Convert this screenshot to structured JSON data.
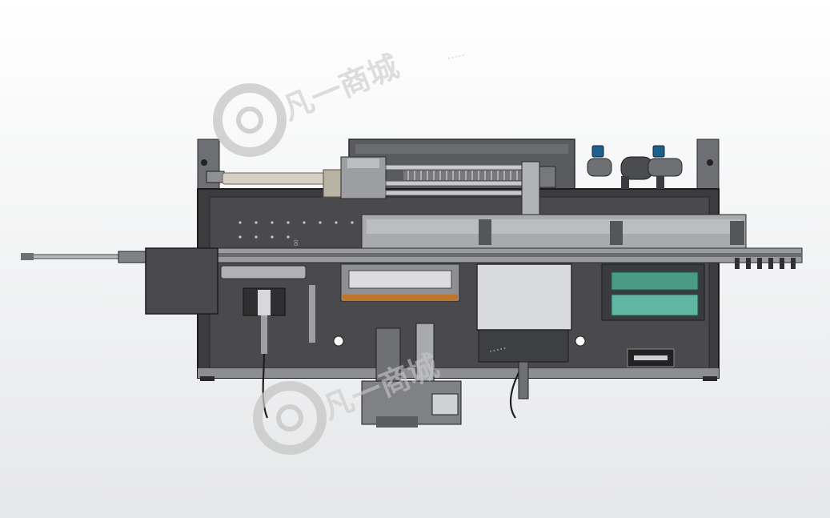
{
  "watermark": {
    "text": "凡一商城",
    "dots": "·····"
  },
  "panel": {
    "marking_a": "00",
    "marking_b": "00"
  },
  "colors": {
    "frame": "#3c3c3e",
    "plate": "#4a4a4c",
    "rail": "#a9aaad",
    "cylinder": "#d6d0c2",
    "valve_blue": "#1f5f8c",
    "tray_teal": "#5fb7a4",
    "orange_strip": "#c0752c",
    "cover": "#d9dadc",
    "cable": "#202020"
  },
  "icons": [
    "watermark-logo-icon",
    "pneumatic-valve-icon"
  ]
}
